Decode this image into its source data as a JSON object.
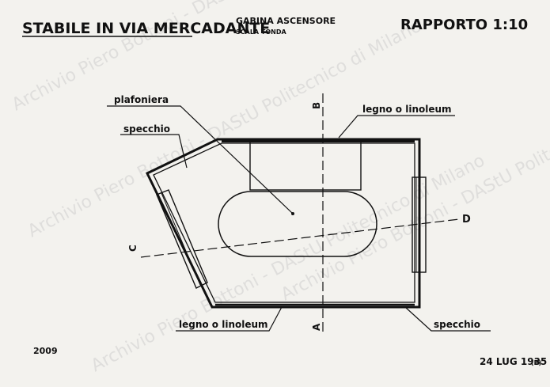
{
  "title": "STABILE IN VIA MERCADANTE",
  "subtitle_top": "GABINA ASCENSORE",
  "subtitle_bottom": "SCALA TONDA",
  "scale": "RAPPORTO 1:10",
  "labels": {
    "plafoniera": "plafoniera",
    "specchio_left": "specchio",
    "legno_top": "legno o linoleum",
    "legno_bottom": "legno o linoleum",
    "specchio_bottom": "specchio"
  },
  "section_marks": {
    "b": "B",
    "a": "A",
    "c": "C",
    "d": "D"
  },
  "sheet_number": "2009",
  "date": "24 LUG 1935",
  "initials": "(P)",
  "watermark": "Archivio Piero Bottoni - DAStU Politecnico di Milano",
  "colors": {
    "ink": "#111111",
    "paper": "#f3f2ee",
    "watermark": "#cfcfcf"
  }
}
